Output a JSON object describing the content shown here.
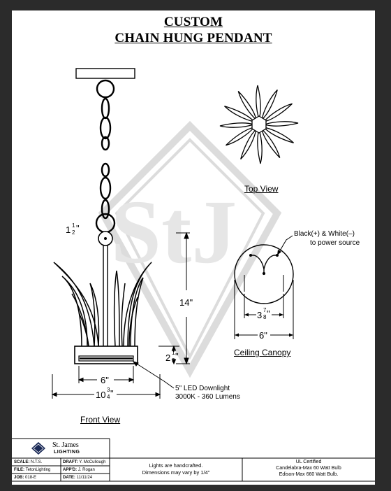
{
  "title": {
    "line1": "CUSTOM",
    "line2": "CHAIN HUNG PENDANT"
  },
  "watermark": "StJ",
  "views": {
    "front": "Front View",
    "top": "Top View",
    "canopy": "Ceiling Canopy"
  },
  "dimensions": {
    "loop_whole": "1",
    "loop_num": "1",
    "loop_den": "2",
    "loop_unit": "\"",
    "height": "14\"",
    "base_whole": "2",
    "base_num": "1",
    "base_den": "2",
    "base_unit": "\"",
    "inner_width": "6\"",
    "outer_whole": "10",
    "outer_num": "3",
    "outer_den": "4",
    "outer_unit": "\"",
    "canopy_inner_whole": "3",
    "canopy_inner_num": "7",
    "canopy_inner_den": "8",
    "canopy_inner_unit": "\"",
    "canopy_width": "6\""
  },
  "notes": {
    "led_line1": "5\" LED Downlight",
    "led_line2": "3000K - 360 Lumens",
    "wire_line1": "Black(+) & White(–)",
    "wire_line2": "to power source"
  },
  "title_block": {
    "company_line1": "St. James",
    "company_line2": "LIGHTING",
    "scale_label": "SCALE:",
    "scale_value": "N.T.S.",
    "draft_label": "DRAFT:",
    "draft_value": "Y. McCullough",
    "file_label": "FILE:",
    "file_value": "TetonLighting",
    "appd_label": "APP'D:",
    "appd_value": "J. Rogan",
    "job_label": "JOB:",
    "job_value": "018-E",
    "date_label": "DATE:",
    "date_value": "11/11/24",
    "note_line1": "Lights are handcrafted.",
    "note_line2": "Dimensions may vary by 1/4\"",
    "ul_line1": "UL Certified",
    "ul_line2": "Candelabra-Max 60 Watt Bulb",
    "ul_line3": "Edison-Max 660 Watt Bulb."
  },
  "colors": {
    "page": "#ffffff",
    "frame": "#2b2b2b",
    "ink": "#000000",
    "watermark": "#d9d9d9",
    "logo": "#1b2a57"
  }
}
